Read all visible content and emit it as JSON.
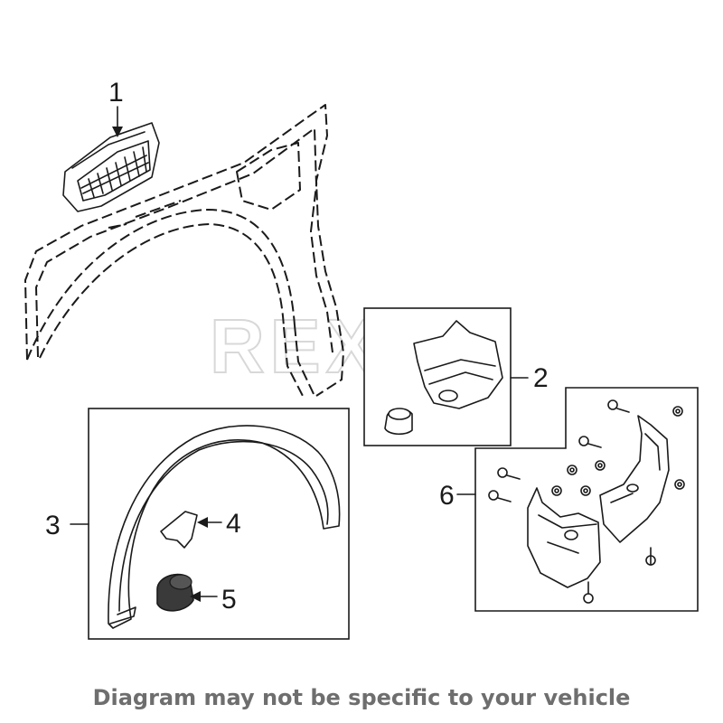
{
  "watermark": "REXKA",
  "caption": "Diagram may not be specific to your vehicle",
  "callouts": {
    "c1": "1",
    "c2": "2",
    "c3": "3",
    "c4": "4",
    "c5": "5",
    "c6": "6"
  }
}
